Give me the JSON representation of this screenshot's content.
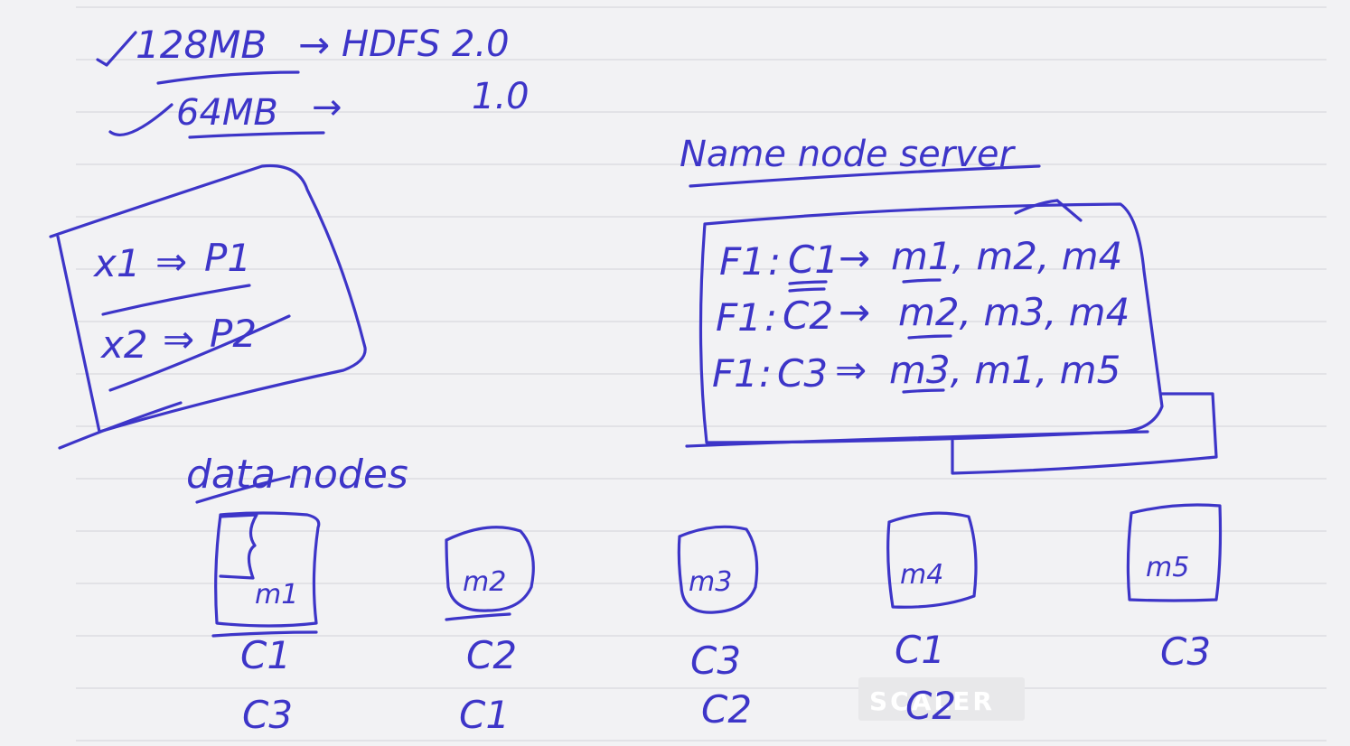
{
  "hdfs_versions": [
    {
      "size": "128MB",
      "arrow": "→",
      "version": "HDFS 2.0"
    },
    {
      "size": "64MB",
      "arrow": "→",
      "version": "1.0"
    }
  ],
  "partition_map": [
    {
      "from": "x1",
      "arrow": "⇒",
      "to": "P1"
    },
    {
      "from": "x2",
      "arrow": "⇒",
      "to": "P2"
    }
  ],
  "name_node": {
    "title": "Name node server",
    "entries": [
      {
        "file": "F1",
        "chunk": "C1",
        "arrow": "→",
        "machines": "m1, m2, m4"
      },
      {
        "file": "F1",
        "chunk": "C2",
        "arrow": "→",
        "machines": "m2, m3, m4"
      },
      {
        "file": "F1",
        "chunk": "C3",
        "arrow": "⇒",
        "machines": "m3, m1, m5"
      }
    ]
  },
  "data_nodes": {
    "title": "data nodes",
    "nodes": [
      {
        "machine": "m1",
        "chunks": [
          "C1",
          "C3"
        ]
      },
      {
        "machine": "m2",
        "chunks": [
          "C2",
          "C1"
        ]
      },
      {
        "machine": "m3",
        "chunks": [
          "C3",
          "C2"
        ]
      },
      {
        "machine": "m4",
        "chunks": [
          "C1",
          "C2"
        ]
      },
      {
        "machine": "m5",
        "chunks": [
          "C3"
        ]
      }
    ]
  },
  "watermark": "SCALER",
  "colors": {
    "ink": "#3d35c8",
    "paper": "#f2f2f4",
    "rule": "#d9d9de"
  }
}
